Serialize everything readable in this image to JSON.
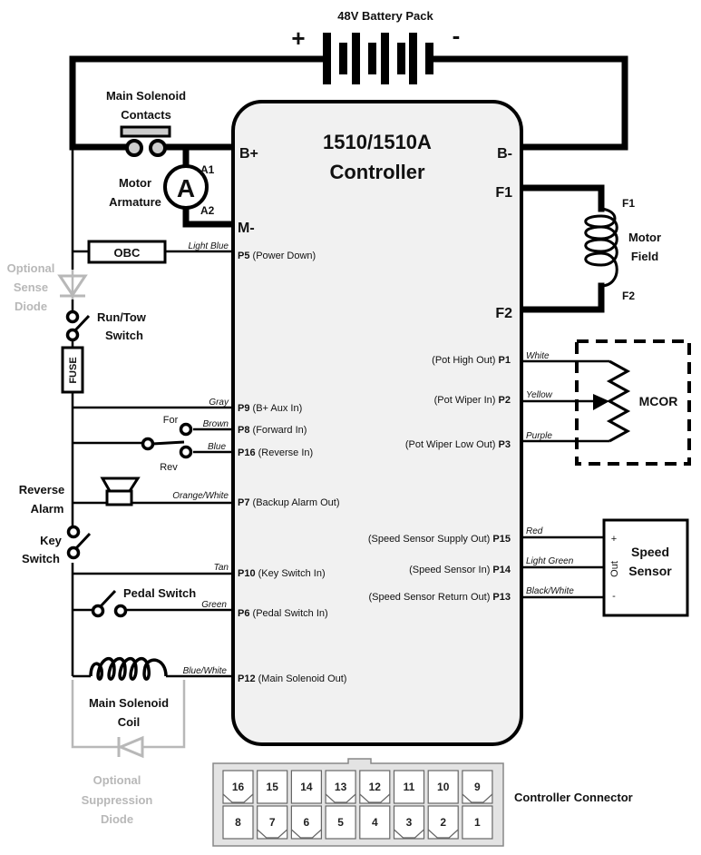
{
  "battery": {
    "label": "48V Battery Pack",
    "plus": "+",
    "minus": "-"
  },
  "controller": {
    "title_line1": "1510/1510A",
    "title_line2": "Controller",
    "terminals": {
      "b_plus": "B+",
      "m_minus": "M-",
      "b_minus": "B-",
      "f1": "F1",
      "f2": "F2"
    }
  },
  "components": {
    "solenoid_contacts": [
      "Main Solenoid",
      "Contacts"
    ],
    "motor_armature": [
      "Motor",
      "Armature"
    ],
    "armature_symbol": "A",
    "a1": "A1",
    "a2": "A2",
    "obc": "OBC",
    "sense_diode": [
      "Optional",
      "Sense",
      "Diode"
    ],
    "run_tow": [
      "Run/Tow",
      "Switch"
    ],
    "fuse": "FUSE",
    "for": "For",
    "rev": "Rev",
    "reverse_alarm": [
      "Reverse",
      "Alarm"
    ],
    "key_switch": [
      "Key",
      "Switch"
    ],
    "pedal_switch": "Pedal Switch",
    "solenoid_coil": [
      "Main Solenoid",
      "Coil"
    ],
    "suppression_diode": [
      "Optional",
      "Suppression",
      "Diode"
    ],
    "motor_field": [
      "Motor",
      "Field"
    ],
    "field_f1": "F1",
    "field_f2": "F2",
    "mcor": "MCOR",
    "speed_sensor": [
      "Speed",
      "Sensor"
    ],
    "sensor_plus": "+",
    "sensor_out": "Out",
    "sensor_minus": "-"
  },
  "left_pins": [
    {
      "pin": "P5",
      "desc": "(Power Down)",
      "wire": "Light Blue"
    },
    {
      "pin": "P9",
      "desc": "(B+ Aux In)",
      "wire": "Gray"
    },
    {
      "pin": "P8",
      "desc": "(Forward In)",
      "wire": "Brown"
    },
    {
      "pin": "P16",
      "desc": "(Reverse In)",
      "wire": "Blue"
    },
    {
      "pin": "P7",
      "desc": "(Backup Alarm Out)",
      "wire": "Orange/White"
    },
    {
      "pin": "P10",
      "desc": "(Key Switch In)",
      "wire": "Tan"
    },
    {
      "pin": "P6",
      "desc": "(Pedal Switch In)",
      "wire": "Green"
    },
    {
      "pin": "P12",
      "desc": "(Main Solenoid Out)",
      "wire": "Blue/White"
    }
  ],
  "right_pins": [
    {
      "pin": "P1",
      "desc": "(Pot High Out)",
      "wire": "White"
    },
    {
      "pin": "P2",
      "desc": "(Pot Wiper In)",
      "wire": "Yellow"
    },
    {
      "pin": "P3",
      "desc": "(Pot Wiper Low Out)",
      "wire": "Purple"
    },
    {
      "pin": "P15",
      "desc": "(Speed Sensor Supply Out)",
      "wire": "Red"
    },
    {
      "pin": "P14",
      "desc": "(Speed Sensor In)",
      "wire": "Light Green"
    },
    {
      "pin": "P13",
      "desc": "(Speed Sensor Return Out)",
      "wire": "Black/White"
    }
  ],
  "connector": {
    "label": "Controller Connector",
    "top_row": [
      "16",
      "15",
      "14",
      "13",
      "12",
      "11",
      "10",
      "9"
    ],
    "bottom_row": [
      "8",
      "7",
      "6",
      "5",
      "4",
      "3",
      "2",
      "1"
    ],
    "top_keyed": [
      true,
      false,
      false,
      true,
      true,
      false,
      false,
      true
    ],
    "bottom_keyed": [
      false,
      true,
      true,
      false,
      false,
      true,
      true,
      false
    ]
  },
  "colors": {
    "controller_fill": "#f1f1f1",
    "optional_gray": "#b8b8b8",
    "connector_fill": "#e3e3e3"
  }
}
